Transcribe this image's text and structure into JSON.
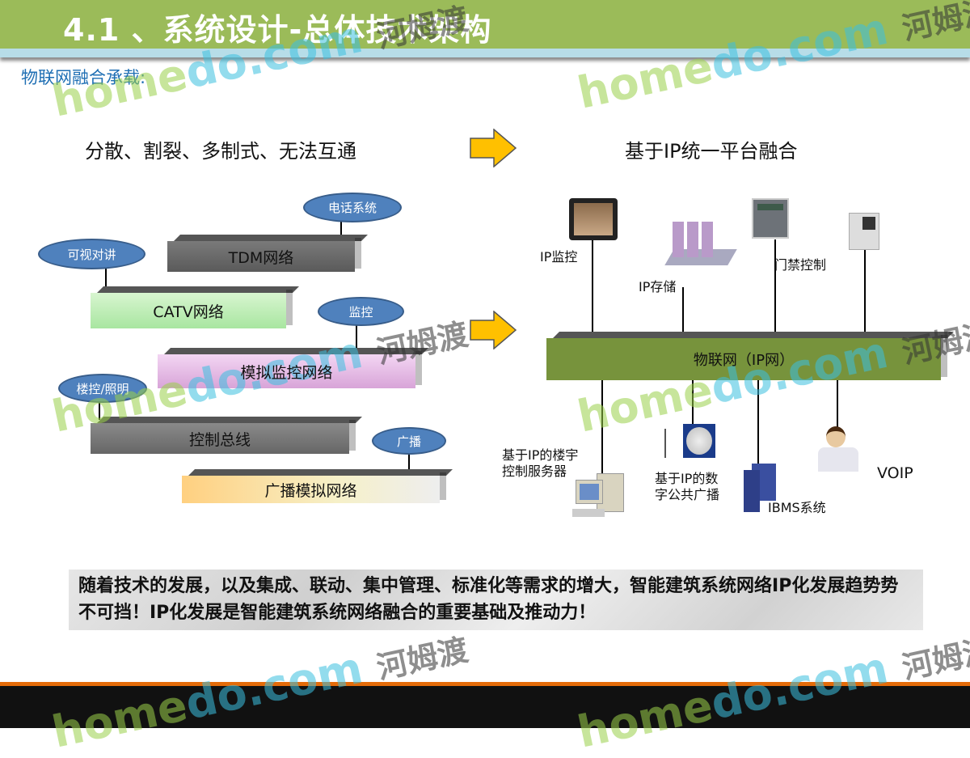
{
  "title": "4.1 、系统设计-总体技术架构",
  "subtitle": "物联网融合承载:",
  "left_heading": "分散、割裂、多制式、无法互通",
  "right_heading": "基于IP统一平台融合",
  "legacy_networks": [
    {
      "label": "TDM网络",
      "tag": "电话系统"
    },
    {
      "label": "CATV网络",
      "tag": "可视对讲"
    },
    {
      "label": "模拟监控网络",
      "tag": "监控"
    },
    {
      "label": "控制总线",
      "tag": "楼控/照明"
    },
    {
      "label": "广播模拟网络",
      "tag": "广播"
    }
  ],
  "ip_network": {
    "bus_label": "物联网（IP网）",
    "top_devices": [
      "IP监控",
      "IP存储",
      "门禁控制"
    ],
    "bottom_devices": [
      "基于IP的楼宇\n控制服务器",
      "基于IP的数\n字公共广播",
      "IBMS系统",
      "VOIP"
    ]
  },
  "conclusion": "随着技术的发展，以及集成、联动、集中管理、标准化等需求的增大，智能建筑系统网络IP化发展趋势势不可挡！IP化发展是智能建筑系统网络融合的重要基础及推动力！",
  "watermark": {
    "site": "homedo.com",
    "cn": "河姆渡"
  },
  "colors": {
    "title_bar": "#9bbb59",
    "bus": "#77933c",
    "accent_blue": "#4f81bd",
    "arrow": "#ffc000"
  }
}
